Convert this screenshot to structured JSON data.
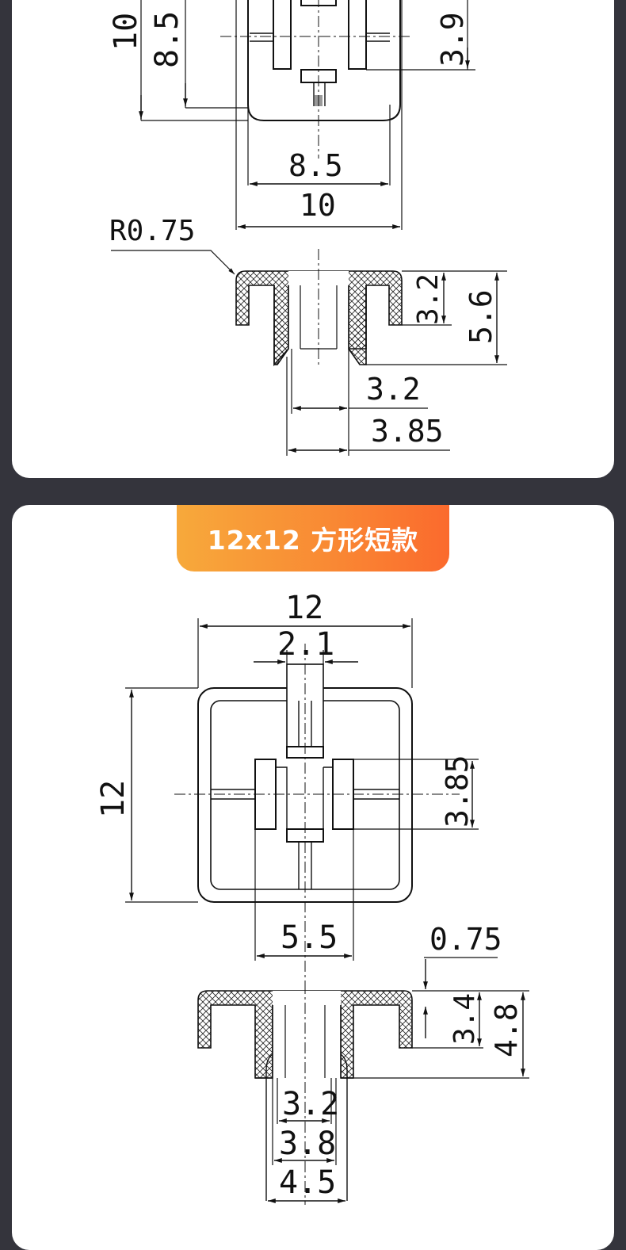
{
  "top_section": {
    "dims": {
      "outer_height": "10",
      "inner_height": "8.5",
      "stem_gap": "3.9",
      "inner_width": "8.5",
      "outer_width": "10",
      "radius": "R0.75",
      "cap_depth": "3.2",
      "total_height": "5.6",
      "stem_inner": "3.2",
      "stem_outer": "3.85"
    }
  },
  "bottom_section": {
    "badge": "12x12 方形短款",
    "dims": {
      "width": "12",
      "stem_width": "2.1",
      "height": "12",
      "cross_gap": "3.85",
      "inner_span": "5.5",
      "wall": "0.75",
      "cap_depth": "3.4",
      "total_height": "4.8",
      "stem_inner": "3.2",
      "stem_mid": "3.8",
      "stem_outer": "4.5"
    }
  }
}
